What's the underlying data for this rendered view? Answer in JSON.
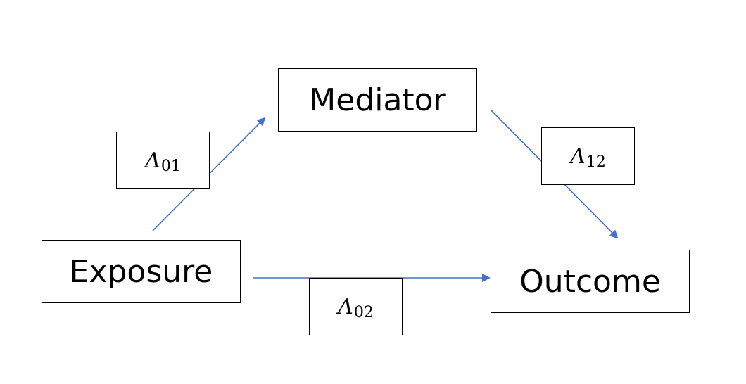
{
  "nodes": {
    "exposure": "Exposure",
    "mediator": "Mediator",
    "outcome": "Outcome"
  },
  "edges": {
    "exposure_mediator": {
      "symbol": "Λ",
      "subscript": "01"
    },
    "mediator_outcome": {
      "symbol": "Λ",
      "subscript": "12"
    },
    "exposure_outcome": {
      "symbol": "Λ",
      "subscript": "02"
    }
  },
  "colors": {
    "arrow": "#4472C4",
    "box_border": "#000000",
    "text": "#000000",
    "background": "#FFFFFF"
  }
}
